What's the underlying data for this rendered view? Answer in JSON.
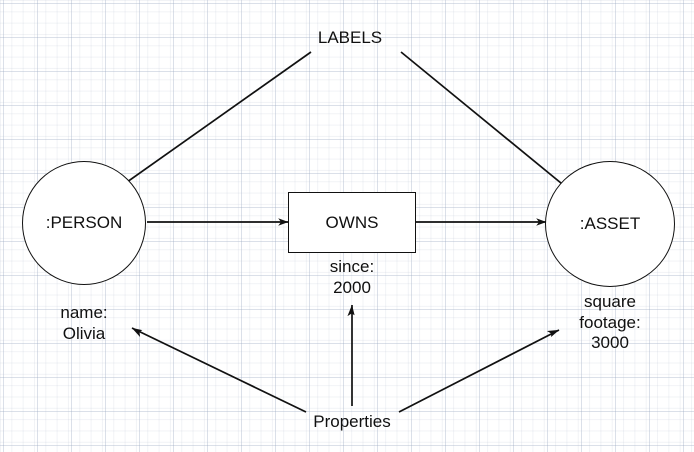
{
  "diagram": {
    "title": "LABELS",
    "nodes": [
      {
        "id": "person",
        "label": ":PERSON",
        "shape": "circle"
      },
      {
        "id": "owns",
        "label": "OWNS",
        "shape": "rectangle"
      },
      {
        "id": "asset",
        "label": ":ASSET",
        "shape": "circle"
      }
    ],
    "annotations": {
      "labels_callout": "LABELS",
      "properties_callout": "Properties"
    },
    "properties": [
      {
        "id": "person-property",
        "text": "name:\nOlivia"
      },
      {
        "id": "owns-property",
        "text": "since:\n2000"
      },
      {
        "id": "asset-property",
        "text": "square\nfootage:\n3000"
      }
    ],
    "colors": {
      "stroke": "#111111",
      "text": "#101010",
      "background": "#ffffff",
      "grid": "#c9d2e0"
    }
  }
}
